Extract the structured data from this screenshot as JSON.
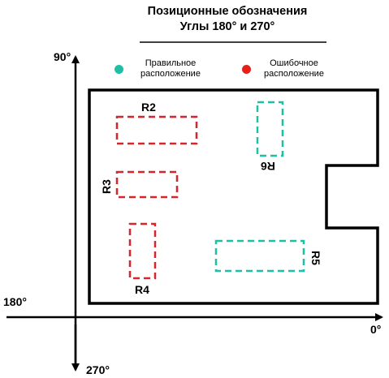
{
  "header": {
    "title_line1": "Позиционные обозначения",
    "title_line2": "Углы 180° и 270°"
  },
  "legend": {
    "correct": {
      "label_line1": "Правильное",
      "label_line2": "расположение",
      "color": "#1fbfa6"
    },
    "wrong": {
      "label_line1": "Ошибочное",
      "label_line2": "расположение",
      "color": "#e3201b"
    }
  },
  "axes": {
    "up": "90°",
    "left": "180°",
    "right": "0°",
    "down": "270°"
  },
  "components": [
    {
      "ref": "R2",
      "status": "wrong",
      "color": "#d4262b"
    },
    {
      "ref": "R3",
      "status": "wrong",
      "color": "#d4262b"
    },
    {
      "ref": "R4",
      "status": "wrong",
      "color": "#d4262b"
    },
    {
      "ref": "R5",
      "status": "correct",
      "color": "#1fbfa6"
    },
    {
      "ref": "R6",
      "status": "correct",
      "color": "#1fbfa6"
    }
  ]
}
